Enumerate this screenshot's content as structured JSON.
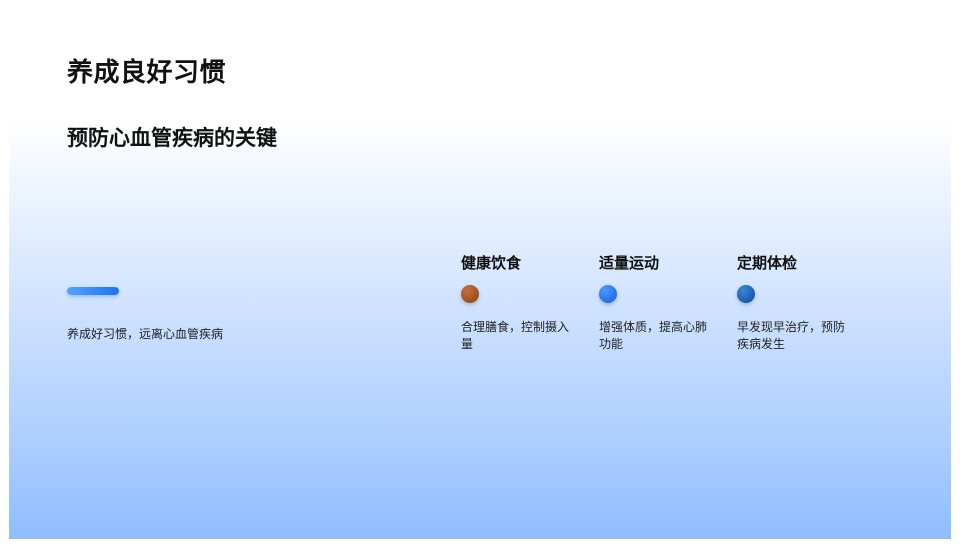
{
  "title": "养成良好习惯",
  "subtitle": "预防心血管疾病的关键",
  "slogan": "养成好习惯，远离心血管疾病",
  "items": [
    {
      "heading": "健康饮食",
      "text": "合理膳食，控制摄入量",
      "color": "#a2521f"
    },
    {
      "heading": "适量运动",
      "text": "增强体质，提高心肺功能",
      "color": "#1a6ff0"
    },
    {
      "heading": "定期体检",
      "text": "早发现早治疗，预防疾病发生",
      "color": "#0f5fb8"
    }
  ]
}
